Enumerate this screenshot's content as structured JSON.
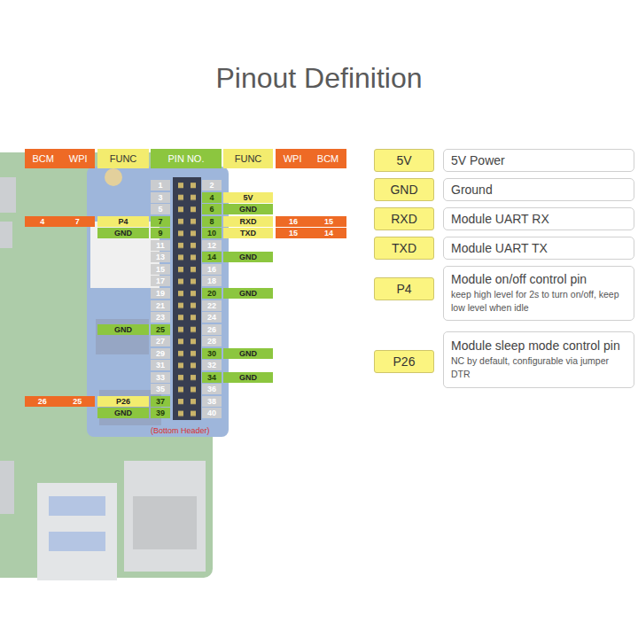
{
  "diagram": {
    "title": "Pinout Definition",
    "nodes": [
      {
        "text": [
          "BCM",
          "WPI"
        ]
      },
      {
        "text": [
          "FUNC"
        ]
      },
      {
        "text": [
          "PIN NO."
        ]
      },
      {
        "text": [
          "FUNC"
        ]
      },
      {
        "text": [
          "WPI",
          "BCM"
        ]
      },
      {
        "text": [
          "1"
        ]
      },
      {
        "text": [
          "2"
        ]
      },
      {
        "text": [
          "3"
        ]
      },
      {
        "text": [
          "4"
        ]
      },
      {
        "text": [
          "5V"
        ]
      },
      {
        "text": [
          "5"
        ]
      },
      {
        "text": [
          "6"
        ]
      },
      {
        "text": [
          "GND"
        ]
      },
      {
        "text": [
          "4",
          "7"
        ]
      },
      {
        "text": [
          "P4"
        ]
      },
      {
        "text": [
          "7"
        ]
      },
      {
        "text": [
          "8"
        ]
      },
      {
        "text": [
          "RXD"
        ]
      },
      {
        "text": [
          "16",
          "15"
        ]
      },
      {
        "text": [
          "GND"
        ]
      },
      {
        "text": [
          "9"
        ]
      },
      {
        "text": [
          "10"
        ]
      },
      {
        "text": [
          "TXD"
        ]
      },
      {
        "text": [
          "15",
          "14"
        ]
      },
      {
        "text": [
          "11"
        ]
      },
      {
        "text": [
          "12"
        ]
      },
      {
        "text": [
          "13"
        ]
      },
      {
        "text": [
          "14"
        ]
      },
      {
        "text": [
          "GND"
        ]
      },
      {
        "text": [
          "15"
        ]
      },
      {
        "text": [
          "16"
        ]
      },
      {
        "text": [
          "17"
        ]
      },
      {
        "text": [
          "18"
        ]
      },
      {
        "text": [
          "19"
        ]
      },
      {
        "text": [
          "20"
        ]
      },
      {
        "text": [
          "GND"
        ]
      },
      {
        "text": [
          "21"
        ]
      },
      {
        "text": [
          "22"
        ]
      },
      {
        "text": [
          "23"
        ]
      },
      {
        "text": [
          "24"
        ]
      },
      {
        "text": [
          "GND"
        ]
      },
      {
        "text": [
          "25"
        ]
      },
      {
        "text": [
          "26"
        ]
      },
      {
        "text": [
          "27"
        ]
      },
      {
        "text": [
          "28"
        ]
      },
      {
        "text": [
          "29"
        ]
      },
      {
        "text": [
          "30"
        ]
      },
      {
        "text": [
          "GND"
        ]
      },
      {
        "text": [
          "31"
        ]
      },
      {
        "text": [
          "32"
        ]
      },
      {
        "text": [
          "33"
        ]
      },
      {
        "text": [
          "34"
        ]
      },
      {
        "text": [
          "GND"
        ]
      },
      {
        "text": [
          "35"
        ]
      },
      {
        "text": [
          "36"
        ]
      },
      {
        "text": [
          "26",
          "25"
        ]
      },
      {
        "text": [
          "P26"
        ]
      },
      {
        "text": [
          "37"
        ]
      },
      {
        "text": [
          "38"
        ]
      },
      {
        "text": [
          "GND"
        ]
      },
      {
        "text": [
          "39"
        ]
      },
      {
        "text": [
          "40"
        ]
      },
      {
        "text": [
          "5V"
        ]
      },
      {
        "text": [
          "5V Power"
        ]
      },
      {
        "text": [
          "GND"
        ]
      },
      {
        "text": [
          "Ground"
        ]
      },
      {
        "text": [
          "RXD"
        ]
      },
      {
        "text": [
          "Module UART RX"
        ]
      },
      {
        "text": [
          "TXD"
        ]
      },
      {
        "text": [
          "Module UART TX"
        ]
      },
      {
        "text": [
          "P4"
        ]
      },
      {
        "text": [
          "Module on/off control pin",
          "keep high level for 2s to turn on/off, keep low level when idle"
        ]
      },
      {
        "text": [
          "P26"
        ]
      },
      {
        "text": [
          "Module sleep mode control pin",
          "NC by default, configurable via jumper DTR"
        ]
      }
    ],
    "labels": [
      "(Bottom Header)"
    ]
  }
}
